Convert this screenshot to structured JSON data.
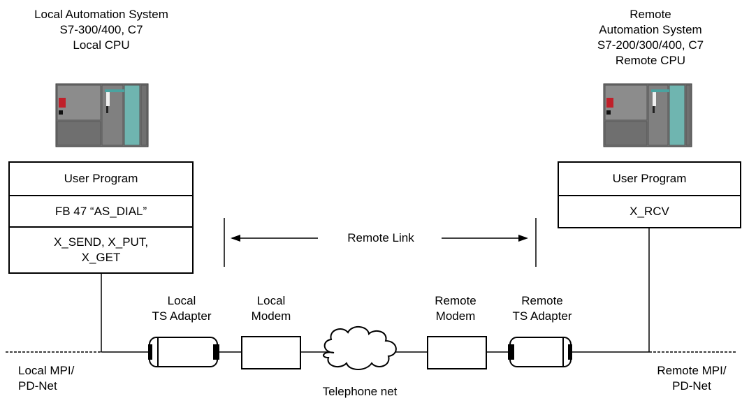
{
  "local_system": {
    "title_lines": [
      "Local Automation System",
      "S7-300/400, C7",
      "Local CPU"
    ],
    "program_rows": [
      "User Program",
      "FB 47 “AS_DIAL”",
      "X_SEND, X_PUT,",
      "X_GET"
    ]
  },
  "remote_system": {
    "title_lines": [
      "Remote",
      "Automation System",
      "S7-200/300/400, C7",
      "Remote CPU"
    ],
    "program_rows": [
      "User Program",
      "X_RCV"
    ]
  },
  "remote_link": {
    "label": "Remote Link"
  },
  "devices": {
    "local_ts_adapter": [
      "Local",
      "TS Adapter"
    ],
    "local_modem": [
      "Local",
      "Modem"
    ],
    "remote_modem": [
      "Remote",
      "Modem"
    ],
    "remote_ts_adapter": [
      "Remote",
      "TS Adapter"
    ]
  },
  "networks": {
    "local_net": [
      "Local MPI/",
      "PD-Net"
    ],
    "remote_net": [
      "Remote MPI/",
      "PD-Net"
    ],
    "telephone": "Telephone net"
  }
}
